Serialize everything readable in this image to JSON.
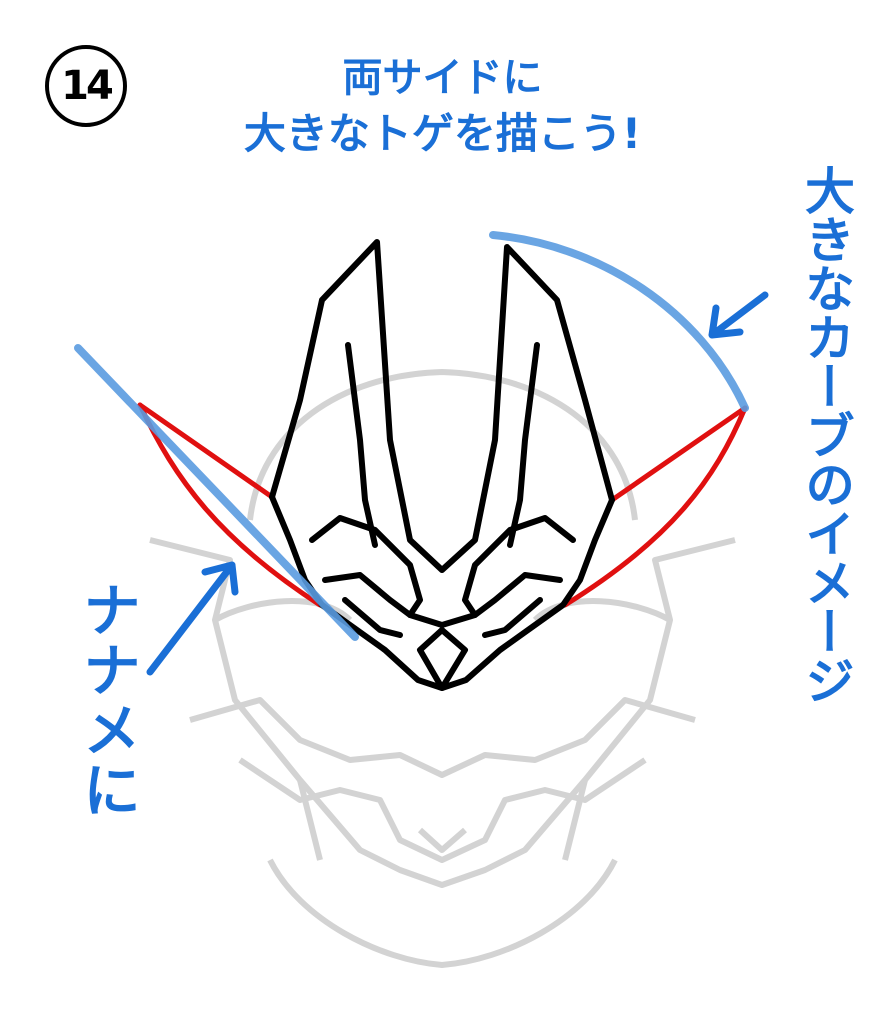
{
  "step_number": "14",
  "title": {
    "line1": "両サイドに",
    "line2": "大きなトゲを描こう!"
  },
  "annotations": {
    "right": "大きなカーブのイメージ",
    "left": "ナナメに"
  },
  "colors": {
    "annotation": "#1a6fd6",
    "guide_line": "#5a9be0",
    "spike": "#e01010",
    "outline": "#000000",
    "sketch": "#d3d3d3"
  }
}
